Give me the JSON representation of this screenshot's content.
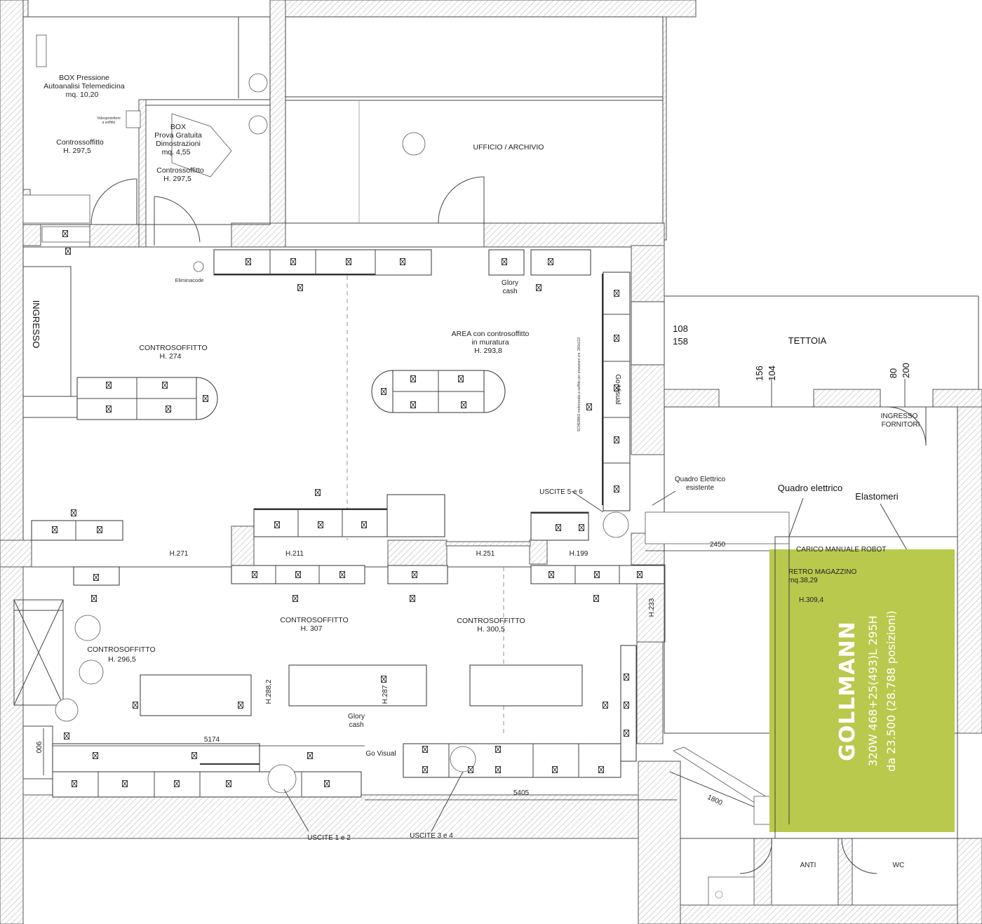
{
  "colors": {
    "robot_area": "#b9c94e",
    "robot_text": "#ffffff",
    "wall_hatch": "#888888",
    "lines": "#333333"
  },
  "rooms": {
    "box_pressione": {
      "title": "BOX Pressione",
      "line2": "Autoanalisi Telemedicina",
      "area": "mq. 10,20",
      "ceiling_label": "Controssoffitto",
      "ceiling_h": "H.    297,5"
    },
    "box_prova": {
      "title": "BOX",
      "line2": "Prova Gratuita",
      "line3": "Dimostrazioni",
      "area": "mq. 4,55",
      "ceiling_label": "Controssoffitto",
      "ceiling_h": "H.    297,5"
    },
    "videoproiettore": {
      "line1": "Videoproiettore",
      "line2": "a soffitto"
    },
    "ufficio": {
      "title": "UFFICIO / ARCHIVIO"
    },
    "ingresso": {
      "title": "INGRESSO"
    },
    "controsoffitto_274": {
      "label": "CONTROSOFFITTO",
      "h": "H. 274"
    },
    "area_muratura": {
      "line1": "AREA con controsoffitto",
      "line2": "in muratura",
      "h": "H. 293,8"
    },
    "tettoia": {
      "title": "TETTOIA"
    },
    "ingresso_fornitori": {
      "line1": "INGRESSO",
      "line2": "FORNITORI"
    },
    "retro_magazzino": {
      "title": "RETRO MAGAZZINO",
      "area": "mq.38,29",
      "h": "H.309,4"
    },
    "controsoffitto_307": {
      "label": "CONTROSOFFITTO",
      "h": "H. 307"
    },
    "controsoffitto_3005": {
      "label": "CONTROSOFFITTO",
      "h": "H. 300,5"
    },
    "controsoffitto_2965": {
      "label": "CONTROSOFFITTO",
      "h": "H. 296,5"
    },
    "anti": {
      "title": "ANTI"
    },
    "wc": {
      "title": "WC"
    }
  },
  "labels": {
    "eliminacode": "Eliminacode",
    "glory_cash_top_1": "Glory",
    "glory_cash_top_2": "cash",
    "glory_cash_bottom_1": "Glory",
    "glory_cash_bottom_2": "cash",
    "go_visual_vertical": "Go Visual",
    "go_visual_bottom": "Go Visual",
    "schermo": "SCHERMO motorizzato a soffitto per proiezioni cm. 260x213",
    "uscite_5_6": "USCITE 5 e 6",
    "uscite_1_2": "USCITE 1 e 2",
    "uscite_3_4": "USCITE 3 e 4",
    "quadro_esistente_1": "Quadro Elettrico",
    "quadro_esistente_2": "esistente",
    "quadro_elettrico": "Quadro elettrico",
    "elastomeri": "Elastomeri",
    "carico_manuale": "CARICO MANUALE ROBOT"
  },
  "heights": {
    "h271": "H.271",
    "h211": "H.211",
    "h251": "H.251",
    "h199": "H.199",
    "h233": "H.233",
    "h2882": "H.288,2",
    "h287": "H.287"
  },
  "dimensions": {
    "d108": "108",
    "d158": "158",
    "d156": "156",
    "d104": "104",
    "d80": "80",
    "d200": "200",
    "d2450": "2450",
    "d5174": "5174",
    "d900": "900",
    "d5405": "5405",
    "d1800": "1800"
  },
  "robot": {
    "brand": "GOLLMANN",
    "spec": "320W 468+25(493)L 295H",
    "capacity": "da 23.500 (28.788 posizioni)"
  }
}
